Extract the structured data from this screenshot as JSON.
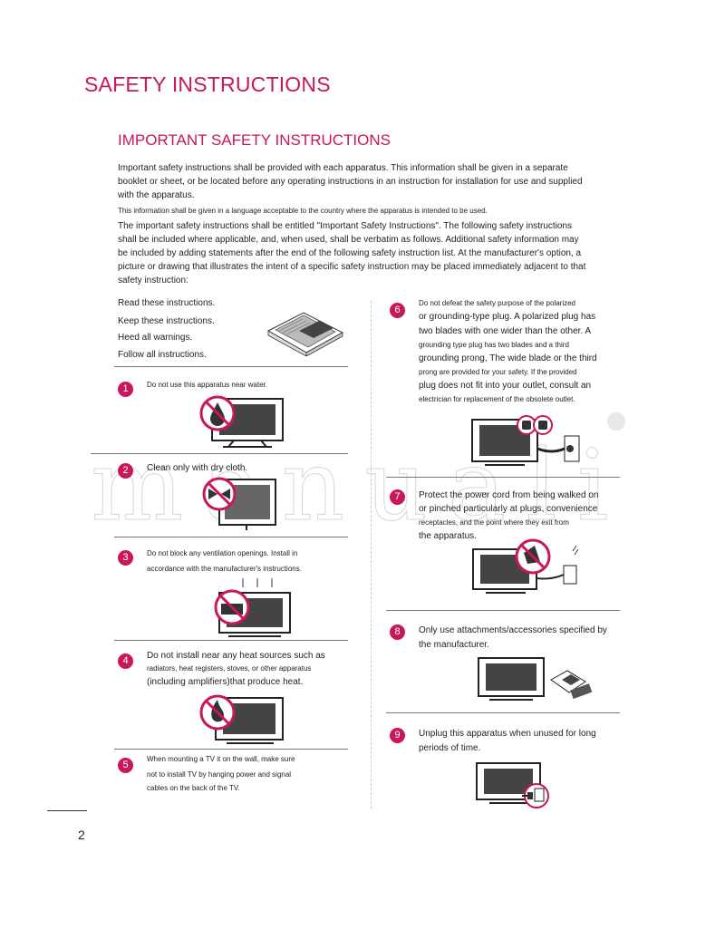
{
  "title": "SAFETY INSTRUCTIONS",
  "subtitle": "IMPORTANT SAFETY INSTRUCTIONS",
  "intro": {
    "p1": "Important safety instructions shall be provided with each apparatus. This information shall be given in a separate booklet or sheet, or be located before any operating instructions in an instruction for installation for use and supplied with the apparatus.",
    "p2": "This information shall be given in a language acceptable to the country where the apparatus is intended to be used.",
    "p3": "The important safety instructions shall be entitled \"Important Safety Instructions\". The following safety instructions shall be included where applicable, and, when used, shall be verbatim as follows. Additional safety information may be included by adding statements after the end of the following safety instruction list. At the manufacturer's option, a picture or drawing that illustrates the intent of a specific safety instruction may be placed immediately adjacent to that safety instruction:"
  },
  "basics": [
    "Read these instructions.",
    "Keep these instructions.",
    "Heed all warnings.",
    "Follow all instructions."
  ],
  "items": [
    {
      "num": "1",
      "text": "Do not use this apparatus near water."
    },
    {
      "num": "2",
      "text": "Clean only with dry cloth."
    },
    {
      "num": "3",
      "text_a": "Do not block any ventilation openings. Install in",
      "text_b": "accordance with the manufacturer's instructions."
    },
    {
      "num": "4",
      "text_a": "Do not install near any heat sources such as",
      "text_b": "radiators, heat registers, stoves, or other apparatus",
      "text_c": "(including amplifiers)that produce heat."
    },
    {
      "num": "5",
      "text_a": "When mounting a TV it on the wall, make sure",
      "text_b": "not to install TV by hanging power and signal",
      "text_c": "cables on the back of the TV."
    },
    {
      "num": "6",
      "l1": "Do not defeat the safety purpose of the polarized",
      "l2": "or grounding-type plug. A polarized plug has",
      "l3": "two blades with one wider than the other. A",
      "l4": "grounding type plug has two blades and a third",
      "l5": "grounding prong, The wide blade or the third",
      "l6": "prong are provided for your safety. If the provided",
      "l7": "plug does not fit into your outlet, consult an",
      "l8": "electrician for replacement of the obsolete outlet."
    },
    {
      "num": "7",
      "l1": "Protect the power cord from being walked on",
      "l2": "or pinched particularly at plugs, convenience",
      "l3": "receptacles, and the point where they exit from",
      "l4": "the apparatus."
    },
    {
      "num": "8",
      "l1": "Only use attachments/accessories specified by",
      "l2": "the manufacturer."
    },
    {
      "num": "9",
      "l1": "Unplug this apparatus when unused for long",
      "l2": "periods of time."
    }
  ],
  "watermark": "manuali",
  "page_number": "2",
  "colors": {
    "accent": "#c8175c"
  }
}
